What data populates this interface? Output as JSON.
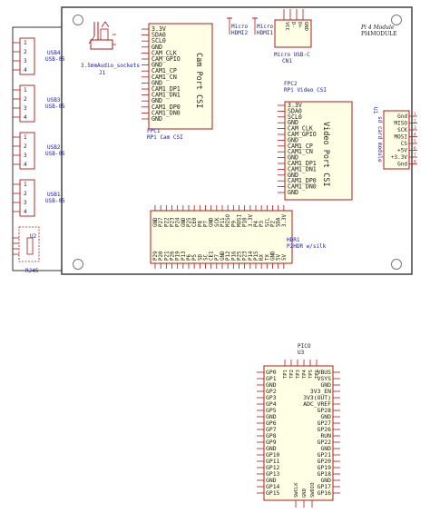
{
  "usb_ports": [
    {
      "name": "USB4",
      "part": "USB-05",
      "pins": [
        "1",
        "2",
        "3",
        "4"
      ]
    },
    {
      "name": "USB3",
      "part": "USB-05",
      "pins": [
        "1",
        "2",
        "3",
        "4"
      ]
    },
    {
      "name": "USB2",
      "part": "USB-05",
      "pins": [
        "1",
        "2",
        "3",
        "4"
      ]
    },
    {
      "name": "USB1",
      "part": "USB-05",
      "pins": [
        "1",
        "2",
        "3",
        "4"
      ]
    }
  ],
  "rj45": {
    "ref": "U2",
    "name": "RJ45"
  },
  "audio": {
    "name": "3.5mmAudio_sockets",
    "ref": "J1"
  },
  "cam_port": {
    "title": "Cam Port CSI",
    "ref": "FPC1",
    "name": "RPi Cam CSI",
    "pins": [
      "3.3V",
      "SDA0",
      "SCL0",
      "GND",
      "CAM_CLK",
      "CAM_GPIO",
      "GND",
      "CAM1_CP",
      "CAM1_CN",
      "GND",
      "CAM1_DP1",
      "CAM1_DN1",
      "GND",
      "CAM1_DP0",
      "CAM1_DN0",
      "GND"
    ]
  },
  "video_port": {
    "title": "Video Port CSI",
    "ref": "FPC2",
    "name": "RPi Video CSI",
    "pins": [
      "3.3V",
      "SDA0",
      "SCL0",
      "GND",
      "CAM_CLK",
      "CAM_GPIO",
      "GND",
      "CAM1_CP",
      "CAM1_CN",
      "GND",
      "CAM1_DP1",
      "CAM1_DN1",
      "GND",
      "CAM1_DP0",
      "CAM1_DN0",
      "GND"
    ]
  },
  "hdmi": [
    {
      "label1": "Micro",
      "label2": "HDMI2"
    },
    {
      "label1": "Micro",
      "label2": "HDMI1"
    }
  ],
  "usb_c": {
    "name": "Micro USB-C",
    "ref": "CN1",
    "pins": [
      "VCC",
      "D-",
      "D+",
      "GND"
    ]
  },
  "pi_module": {
    "line1": "Pi 4 Module",
    "line2": "PI4MODULE"
  },
  "sd_card": {
    "title": "sd card module",
    "ref": "U1",
    "pins": [
      {
        "name": "Gnd",
        "num": "1"
      },
      {
        "name": "MISO",
        "num": "2"
      },
      {
        "name": "SCK",
        "num": "3"
      },
      {
        "name": "MOSI",
        "num": "4"
      },
      {
        "name": "CS",
        "num": "5"
      },
      {
        "name": "+5V",
        "num": "6"
      },
      {
        "name": "+3.3V",
        "num": "7"
      },
      {
        "name": "Gnd",
        "num": "8"
      }
    ]
  },
  "hdr": {
    "ref": "HDR1",
    "name": "P2HDR w/silk",
    "top_pins": [
      "GND",
      "P27",
      "P22",
      "P23",
      "P24",
      "GND",
      "P25",
      "CE0",
      "P8",
      "P7",
      "GND",
      "SCK",
      "P11",
      "MISO",
      "P9",
      "MOSI",
      "P10",
      "3.3V",
      "P4",
      "P3",
      "SCL",
      "P2",
      "SDA",
      "3.3V"
    ],
    "bottom_pins": [
      "P29",
      "P20",
      "P21",
      "P26",
      "P19",
      "P13",
      "P6",
      "P5",
      "SD",
      "SC",
      "CE1",
      "P7",
      "GND",
      "P12",
      "P16",
      "P25",
      "P23",
      "P14",
      "P15",
      "RX",
      "TX",
      "GND",
      "5V",
      "5V"
    ]
  },
  "pico": {
    "title": "PICO",
    "ref": "U3",
    "left_pins": [
      "GP0",
      "GP1",
      "GND",
      "GP2",
      "GP3",
      "GP4",
      "GP5",
      "GND",
      "GP6",
      "GP7",
      "GP8",
      "GP9",
      "GND",
      "GP10",
      "GP11",
      "GP12",
      "GP13",
      "GND",
      "GP14",
      "GP15"
    ],
    "right_pins": [
      "VBUS",
      "VSYS",
      "GND",
      "3V3_EN",
      "3V3(OUT)",
      "ADC_VREF",
      "GP28",
      "GND",
      "GP27",
      "GP26",
      "RUN",
      "GP22",
      "GND",
      "GP21",
      "GP20",
      "GP19",
      "GP18",
      "GND",
      "GP17",
      "GP16"
    ],
    "top_pins": [
      "TP1",
      "TP2",
      "TP3",
      "TP4",
      "TP5",
      "TP6"
    ],
    "bottom_pins": [
      "SWCLK",
      "GND",
      "SWDIO"
    ]
  }
}
